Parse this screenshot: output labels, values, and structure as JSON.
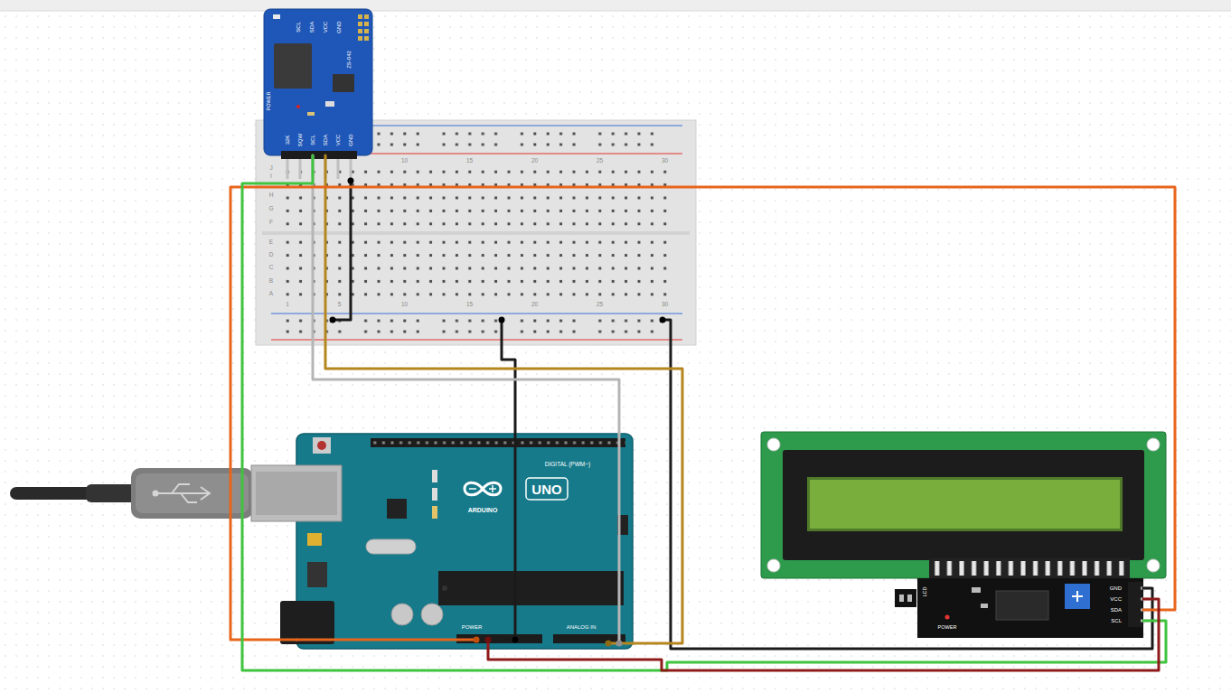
{
  "diagram": {
    "nodes": [
      {
        "text": [
          "SCL",
          "SDA",
          "VCC",
          "GND",
          "ZS-042",
          "POWER",
          "32K",
          "SQW",
          "SCL",
          "SDA",
          "VCC",
          "GND"
        ]
      },
      {
        "text": [
          "DIGITAL (PWM~)",
          "UNO",
          "ARDUINO",
          "POWER",
          "ANALOG IN"
        ]
      },
      {
        "text": [
          "GND",
          "VCC",
          "SDA",
          "SCL",
          "LCD",
          "POWER"
        ]
      }
    ],
    "edges": [
      {
        "from": 0,
        "to": 1,
        "arrow": "none"
      },
      {
        "from": 0,
        "to": 1,
        "arrow": "none"
      },
      {
        "from": 1,
        "to": 2,
        "arrow": "none"
      },
      {
        "from": 0,
        "to": 2,
        "arrow": "none"
      },
      {
        "from": 1,
        "to": 2,
        "arrow": "none"
      }
    ],
    "labels": [
      "10",
      "15",
      "20",
      "25",
      "30",
      "J",
      "I",
      "H",
      "G",
      "F",
      "E",
      "D",
      "C",
      "B",
      "A",
      "1",
      "5",
      "10",
      "15",
      "20",
      "25",
      "30"
    ]
  }
}
